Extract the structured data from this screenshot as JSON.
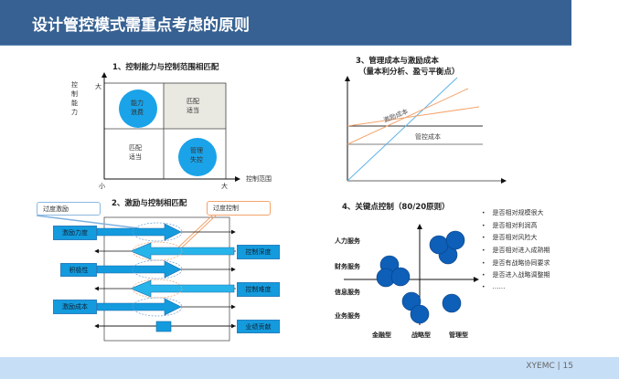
{
  "header": {
    "title": "设计管控模式需重点考虑的原则"
  },
  "footer": {
    "text": "XYEMC | 15"
  },
  "colors": {
    "header": "#376192",
    "footer": "#c6def6",
    "circle": "#1aa3e8",
    "dot": "#0d5fb8",
    "orange": "#f4a36b",
    "label": "#139bde"
  },
  "s1": {
    "title": "1、控制能力与控制范围相匹配",
    "y_label": "控制能力",
    "x_label": "控制范围",
    "y_big": "大",
    "origin": "小",
    "x_big": "大",
    "cells": {
      "tl": "能力浪费",
      "tr": "匹配适当",
      "bl": "匹配适当",
      "br": "管理失控"
    }
  },
  "s2": {
    "title": "2、激励与控制相匹配",
    "callout_left": "过度激励",
    "callout_right": "过度控制",
    "left_labels": [
      "激励力度",
      "积极性",
      "激励成本"
    ],
    "right_labels": [
      "控制深度",
      "控制难度",
      "业绩贡献"
    ]
  },
  "s3": {
    "title": "3、管理成本与激励成本",
    "subtitle": "（量本利分析、盈亏平衡点）",
    "line1": "激励成本",
    "line2": "管控成本"
  },
  "s4": {
    "title": "4、关键点控制（80/20原则）",
    "rows": [
      "人力服务",
      "财务服务",
      "信息服务",
      "业务服务"
    ],
    "cols": [
      "金融型",
      "战略型",
      "管理型"
    ],
    "bullets": [
      "是否相对规模很大",
      "是否相对利润高",
      "是否相对风险大",
      "是否相对进入成熟期",
      "是否有战略协同要求",
      "是否进入战略调整期",
      "……"
    ]
  }
}
